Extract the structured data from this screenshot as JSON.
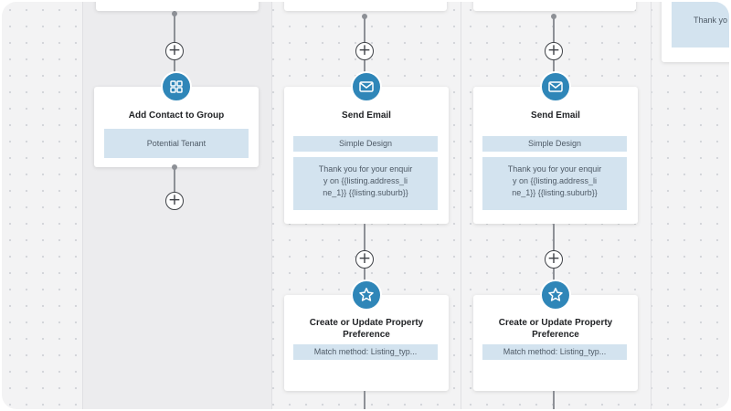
{
  "colors": {
    "canvas": "#f3f3f4",
    "node_icon": "#2f86b8",
    "pill_bg": "#d3e3ef",
    "connector": "#8d9096"
  },
  "nodes": {
    "add_contact": {
      "icon": "grid-icon",
      "title": "Add Contact to Group",
      "tag": "Potential Tenant"
    },
    "email_1": {
      "icon": "envelope-icon",
      "title": "Send Email",
      "design": "Simple Design",
      "body_lines": [
        "Thank you for your enquir",
        "y on {{listing.address_li",
        "ne_1}} {{listing.suburb}}"
      ]
    },
    "email_2": {
      "icon": "envelope-icon",
      "title": "Send Email",
      "design": "Simple Design",
      "body_lines": [
        "Thank you for your enquir",
        "y on {{listing.address_li",
        "ne_1}} {{listing.suburb}}"
      ]
    },
    "pref_1": {
      "icon": "star-icon",
      "title_lines": [
        "Create or Update Property",
        "Preference"
      ],
      "match": "Match method: Listing_typ..."
    },
    "pref_2": {
      "icon": "star-icon",
      "title_lines": [
        "Create or Update Property",
        "Preference"
      ],
      "match": "Match method: Listing_typ..."
    },
    "partial_right": {
      "text": "Thank yo"
    }
  },
  "add_step_symbol": "+"
}
